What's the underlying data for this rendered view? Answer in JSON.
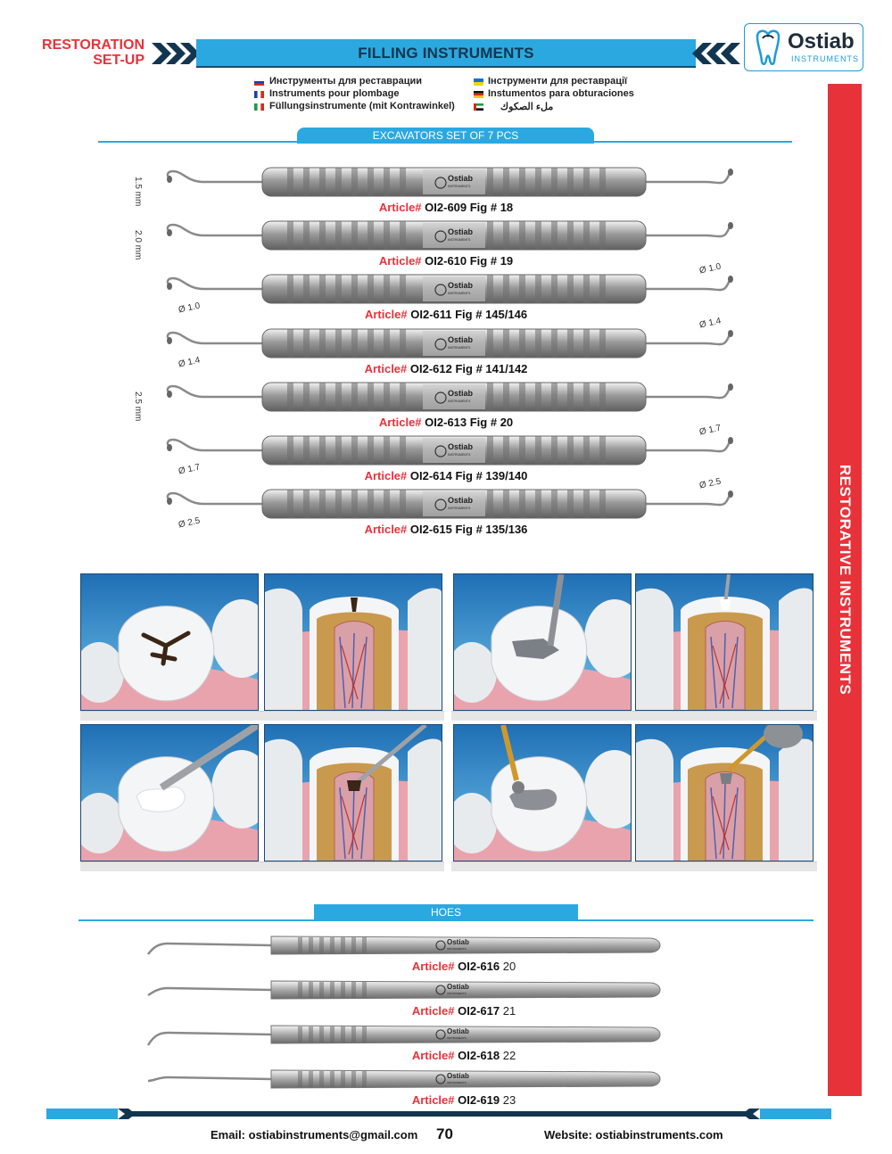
{
  "header": {
    "section_line1": "RESTORATION",
    "section_line2": "SET-UP",
    "title": "FILLING INSTRUMENTS",
    "logo_name": "Ostiab",
    "logo_sub": "INSTRUMENTS"
  },
  "languages": {
    "ru": "Инструменты для реставрации",
    "fr": "Instruments pour plombage",
    "de": "Füllungsinstrumente (mit Kontrawinkel)",
    "ua": "Інструменти для реставрації",
    "es": "Instumentos para obturaciones",
    "ar": "ملء الصكوك"
  },
  "sections": {
    "excavators": "EXCAVATORS SET OF 7 PCS",
    "hoes": "HOES",
    "side": "RESTORATIVE INSTRUMENTS"
  },
  "handle_brand": "Ostiab",
  "handle_brand_sub": "INSTRUMENTS",
  "article_prefix": "Article#",
  "excavators": [
    {
      "code": "OI2-609 Fig # 18",
      "left_meas": "1.5 mm",
      "right_meas": ""
    },
    {
      "code": "OI2-610 Fig # 19",
      "left_meas": "2.0 mm",
      "right_meas": ""
    },
    {
      "code": "OI2-611 Fig # 145/146",
      "left_meas": "Ø 1.0",
      "right_meas": "Ø 1.0"
    },
    {
      "code": "OI2-612 Fig # 141/142",
      "left_meas": "Ø 1.4",
      "right_meas": "Ø 1.4"
    },
    {
      "code": "OI2-613 Fig # 20",
      "left_meas": "2.5 mm",
      "right_meas": ""
    },
    {
      "code": "OI2-614 Fig # 139/140",
      "left_meas": "Ø 1.7",
      "right_meas": "Ø 1.7"
    },
    {
      "code": "OI2-615 Fig # 135/136",
      "left_meas": "Ø 2.5",
      "right_meas": "Ø 2.5"
    }
  ],
  "hoes": [
    {
      "code": "OI2-616",
      "fig": "20"
    },
    {
      "code": "OI2-617",
      "fig": "21"
    },
    {
      "code": "OI2-618",
      "fig": "22"
    },
    {
      "code": "OI2-619",
      "fig": "23"
    }
  ],
  "footer": {
    "email": "Email: ostiabinstruments@gmail.com",
    "page": "70",
    "website": "Website: ostiabinstruments.com"
  },
  "colors": {
    "accent_red": "#e8323a",
    "accent_blue": "#2ba8e0",
    "dark_navy": "#12364f"
  }
}
